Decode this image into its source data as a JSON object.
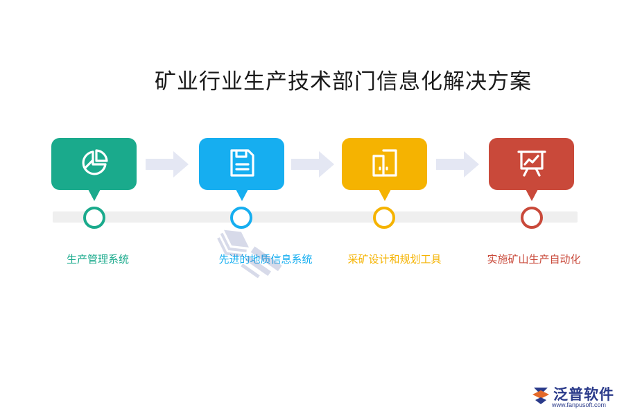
{
  "title": "矿业行业生产技术部门信息化解决方案",
  "steps": [
    {
      "label": "生产管理系统",
      "color": "#1aaa8c",
      "icon": "pie-chart-icon"
    },
    {
      "label": "先进的地质信息系统",
      "color": "#16aef0",
      "icon": "document-icon"
    },
    {
      "label": "采矿设计和规划工具",
      "color": "#f5b301",
      "icon": "doors-icon"
    },
    {
      "label": "实施矿山生产自动化",
      "color": "#c9493a",
      "icon": "presentation-chart-icon"
    }
  ],
  "arrow_color": "#e4e7f3",
  "logo": {
    "name": "泛普软件",
    "url": "www.fanpusoft.com",
    "color": "#2a3a8a"
  }
}
